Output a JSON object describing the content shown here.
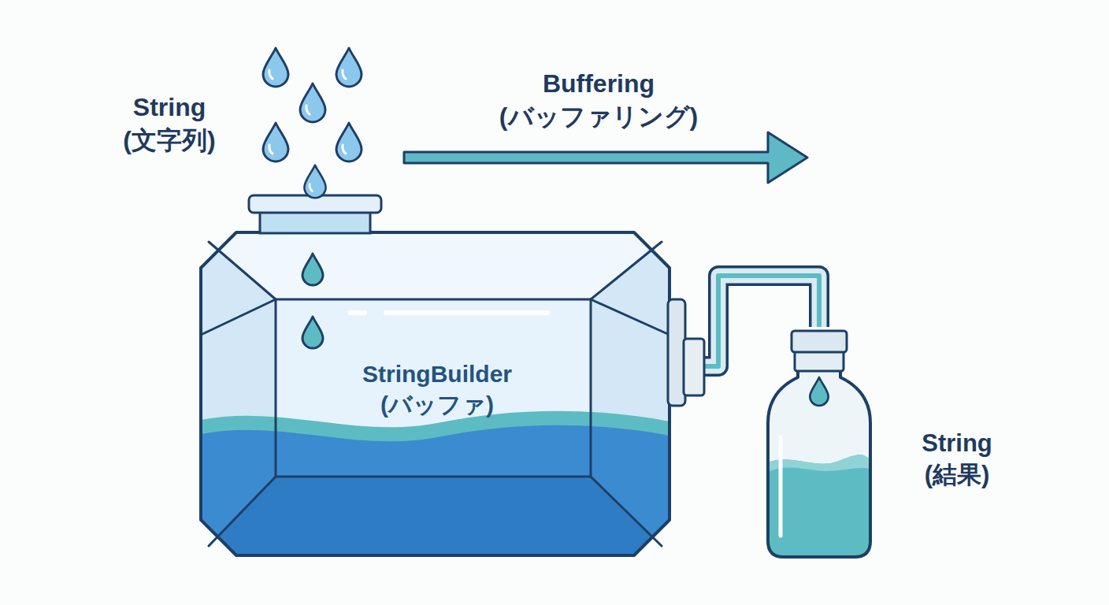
{
  "diagram": {
    "nodes": [
      {
        "text": [
          "StringBuilder (バッファ)"
        ]
      },
      {
        "text": [
          "String (結果)"
        ]
      }
    ],
    "edges": [
      {
        "from": 0,
        "to": 1,
        "arrow": "none"
      }
    ],
    "labels": [
      "String (文字列)",
      "Buffering (バッファリング)"
    ]
  }
}
